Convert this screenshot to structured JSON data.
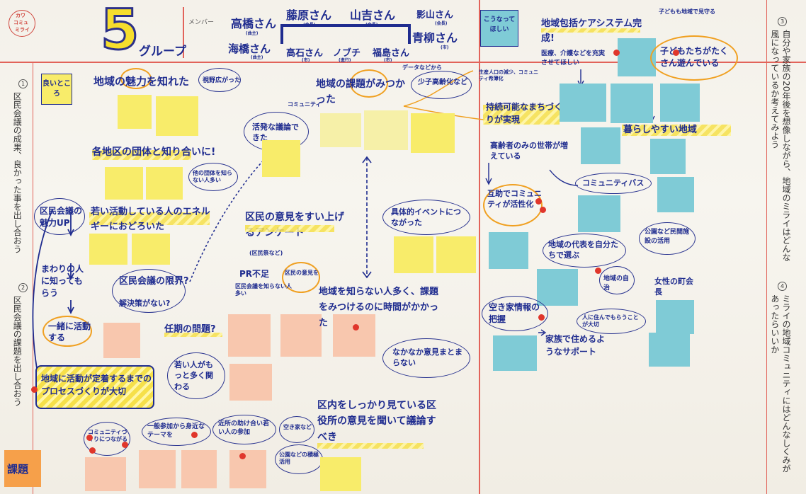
{
  "header": {
    "logo": [
      "カワ",
      "コミュ",
      "ミライ"
    ],
    "group_number": "5",
    "group_label": "グループ",
    "members_label": "メンバー",
    "members": [
      {
        "name": "高橋さん",
        "note": "(曲主)"
      },
      {
        "name": "藤原さん",
        "note": "(会長)"
      },
      {
        "name": "山吉さん",
        "note": "(会長)"
      },
      {
        "name": "影山さん",
        "note": "(会長)"
      },
      {
        "name": "海橋さん",
        "note": "(曲主)"
      },
      {
        "name": "高石さん",
        "note": "(市)"
      },
      {
        "name": "ノブチ",
        "note": "(進行)"
      },
      {
        "name": "福島さん",
        "note": "(市)"
      },
      {
        "name": "青柳さん",
        "note": "(市)"
      }
    ]
  },
  "sections": {
    "s1_num": "1",
    "s1_text": "区民会議の成果、良かった事を出し合おう",
    "s2_num": "2",
    "s2_text": "区民会議の課題を出し合おう",
    "s3_num": "3",
    "s3_text": "自分や家族の20年後を想像しながら、地域のミライはどんな風になっているか考えてみよう",
    "s4_num": "4",
    "s4_text": "ミライの地域コミュニティにはどんなしくみがあったらいいか"
  },
  "tags": {
    "good": "良いところ",
    "issues": "課題",
    "want": "こうなってほしい"
  },
  "left": {
    "h1": "地域の魅力を知れた",
    "h1b": "視野広がった",
    "h2": "各地区の団体と知り合いに!",
    "h2b": "他の団体を知らない人多い",
    "h3": "若い活動している人のエネルギーにおどろいた",
    "h4": "区民会議の魅力UP",
    "h5": "まわりの人に知ってもらう",
    "h6": "一緒に活動する",
    "h7": "区民会議の限界?",
    "h7b": "解決策がない?",
    "h8": "任期の問題?",
    "h9": "若い人がもっと多く関わる",
    "h10": "地域に活動が定着するまでのプロセスづくりが大切",
    "h11": "活発な議論できた",
    "h12": "地域の課題がみつかった",
    "h12a": "コミュニティ",
    "h12b": "少子高齢化など",
    "h12c": "データなどから",
    "h13": "区民の意見をすい上げるアンケート",
    "h13b": "(区民祭など)",
    "h14": "PR不足",
    "h14b": "区民会議を知らない人多い",
    "h14c": "区民の意見を",
    "h15": "地域を知らない人多く、課題をみつけるのに時間がかかった",
    "h15b": "なかなか意見まとまらない",
    "h16": "具体的イベントにつながった",
    "h17": "区内をしっかり見ている区役所の意見を聞いて議論すべき",
    "h18": "コミュニティづくりにつながる",
    "h19": "一般参加から身近なテーマを",
    "h20": "近所の助け合い若い人の参加",
    "h21": "空き家など",
    "h22": "公園などの積極活用"
  },
  "right": {
    "r1": "地域包括ケアシステム完成!",
    "r1b": "子どもも地域で見守る",
    "r2": "医療、介護などを充実させてほしい",
    "r3": "子どもたちがたくさん遊んでいる",
    "r4": "持続可能なまちづくりが実現",
    "r4b": "生産人口の減少、コミュニティ希薄化",
    "r5": "暮らしやすい地域",
    "r6": "高齢者のみの世帯が増えている",
    "r7": "互助でコミュニティが活性化",
    "r8": "コミュニティバス",
    "r9": "公園など民間施設の活用",
    "r10": "地域の代表を自分たちで選ぶ",
    "r10b": "地域の自治",
    "r11": "女性の町会長",
    "r12": "空き家情報の把握",
    "r13": "家族で住めるようなサポート",
    "r13b": "人に住んでもらうことが大切"
  },
  "colors": {
    "ink": "#1f2c8f",
    "highlight": "#f6e04a",
    "ring": "#f0a021",
    "dot": "#e0362b",
    "yellow_note": "#f8ec6a",
    "pink_note": "#f8c7ae",
    "blue_note": "#7fcbd6",
    "divider": "#e2635a"
  }
}
